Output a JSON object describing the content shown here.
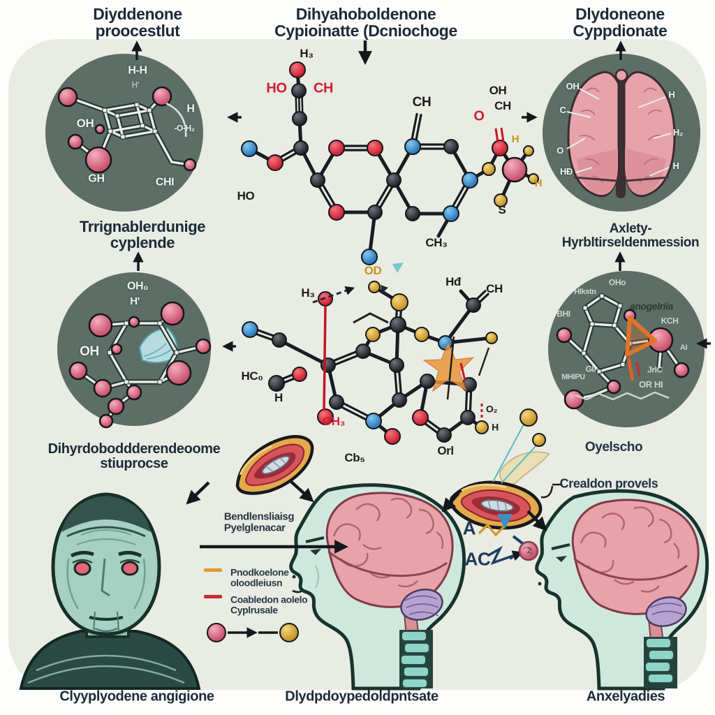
{
  "titles": {
    "top_left": "Diyddenone\nproocestlut",
    "top_center": "Dihyahoboldenone\nCypioinatte (Dcniochoge",
    "top_right": "Dlydoneone\nCyppdionate",
    "mid_left": "Trrignablerdunige\ncyplende",
    "mid_right": "Axlety-\nHyrbltirseldenmession",
    "mid_left_lower": "Dihyrdoboddderendeoome\nstiuprocse",
    "bottom_left": "Clyyplyodene angigione",
    "bottom_center": "Dlydpdoypedoldpntsate",
    "bottom_right": "Anxelyadies"
  },
  "annotations": {
    "organ_center": "Bendlensliaisg\nPyelglenacar",
    "oyelsche": "Oyelscho",
    "crealdon": "Crealdon provels",
    "letter_a": "A",
    "letter_ac": "AC",
    "ball_number": "2"
  },
  "legend": {
    "item1": {
      "color": "#dd9d33",
      "text": "Pnodkoelone\noloodleiusn"
    },
    "item2": {
      "color": "#c62b36",
      "text": "Coabledon aolelo\nCyplrusale"
    },
    "ball_from_color": "#d85a72",
    "ball_to_color": "#e8c84a"
  },
  "chem_top": {
    "h3": "H₃",
    "ho": "HO",
    "ch_red": "CH",
    "ch_ring": "CH",
    "oh": "OH",
    "ch_small": "CH",
    "o_red": "O",
    "h1": "H",
    "h2": "H",
    "s": "S",
    "ho_left": "HO",
    "ch3": "CH₃"
  },
  "chem_mid": {
    "od": "OD",
    "h3": "H₃",
    "hd": "Hđ",
    "ch": "CH",
    "hc": "HC₀",
    "h": "H",
    "oh3": "OH₃",
    "cb5": "Cb₅",
    "orl": "Orl",
    "o2": "O₂",
    "h_r": "H"
  },
  "circle1_labels": {
    "hh": "H-H",
    "h_prime": "H'",
    "oh": "OH",
    "h": "H",
    "oh2": "-O-H₂",
    "ch": "GH",
    "chi": "CHI"
  },
  "circle2_labels": {
    "oh": "OH",
    "c": "C",
    "o": "O",
    "hd": "HĐ",
    "h1": "H",
    "h2": "H₂",
    "h3": "H"
  },
  "circle3_labels": {
    "oh0": "OH₀",
    "h_prime": "H'",
    "oh": "OH"
  },
  "circle4_labels": {
    "oho": "OHo",
    "hlkstn": "Hlkstn",
    "bhi": "BHI",
    "ang": "anogelriia",
    "kch": "KCH",
    "ai": "AI",
    "gii": "GII",
    "mhipu": "MHIPU",
    "jric": "JrIC",
    "orhi": "OR HI"
  },
  "colors": {
    "background_blob": "#e9ece3",
    "inset_circle": "#5d6e67",
    "atom_black": "#16181c",
    "atom_red": "#c31527",
    "atom_blue": "#1d6cb0",
    "atom_gold": "#c08a1e",
    "atom_pink": "#c94a66",
    "brain_pink": "#e8a2aa",
    "head_teal": "#a6d0c2",
    "text_navy": "#1b2a38"
  }
}
